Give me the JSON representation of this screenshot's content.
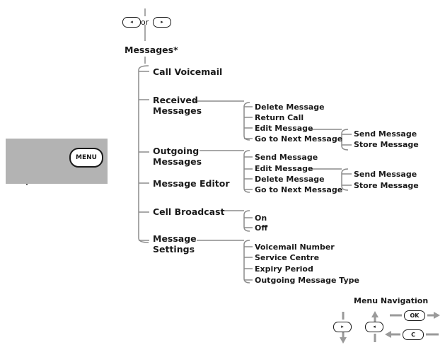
{
  "top_nav": {
    "or_text": "or",
    "left_key_icon": "left-arrow-key-icon",
    "right_key_icon": "right-arrow-key-icon"
  },
  "phone": {
    "menu_key_label": "MENU",
    "crosshair_icon": "crosshair-icon",
    "panel_color": "#b3b3b3"
  },
  "root": {
    "label": "Messages*"
  },
  "level1": {
    "call_voicemail": "Call Voicemail",
    "received_1": "Received",
    "received_2": "Messages",
    "outgoing_1": "Outgoing",
    "outgoing_2": "Messages",
    "message_editor": "Message Editor",
    "cell_broadcast": "Cell Broadcast",
    "settings_1": "Message",
    "settings_2": "Settings"
  },
  "received_items": {
    "delete": "Delete Message",
    "return_call": "Return Call",
    "edit": "Edit Message",
    "next": "Go to Next Message"
  },
  "received_edit_items": {
    "send": "Send Message",
    "store": "Store Message"
  },
  "outgoing_items": {
    "send": "Send Message",
    "edit": "Edit Message",
    "delete": "Delete Message",
    "next": "Go to Next Message"
  },
  "outgoing_edit_items": {
    "send": "Send Message",
    "store": "Store Message"
  },
  "broadcast_items": {
    "on": "On",
    "off": "Off"
  },
  "settings_items": {
    "voicemail_number": "Voicemail Number",
    "service_centre": "Service Centre",
    "expiry_period": "Expiry Period",
    "outgoing_type": "Outgoing Message Type"
  },
  "menu_navigation": {
    "title": "Menu Navigation",
    "ok_label": "OK",
    "c_label": "C",
    "arrow_color": "#9a9a9a"
  }
}
